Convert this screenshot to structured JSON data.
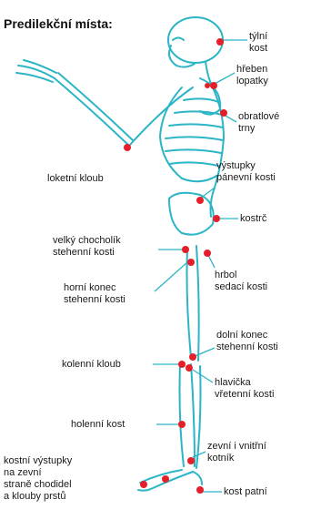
{
  "title": "Predilekční místa:",
  "colors": {
    "bone": "#2bb5c6",
    "point": "#e3202a",
    "leader": "#2bb5c6",
    "text": "#1a1a1a"
  },
  "labels": {
    "tylni_kost": "týlní\nkost",
    "hreben_lopatky": "hřeben\nlopatky",
    "obratlove_trny": "obratlové\ntrny",
    "loketni_kloub": "loketní kloub",
    "vystupky_panevni_kosti": "výstupky\npánevní kosti",
    "kostrc": "kostrč",
    "velky_chocholik": "velký chocholík\nstehenní kosti",
    "hrbol_sedaci_kosti": "hrbol\nsedací kosti",
    "horni_konec_stehenni_kosti": "horní konec\nstehenní kosti",
    "dolni_konec_stehenni_kosti": "dolní konec\nstehenní kosti",
    "kolenni_kloub": "kolenní kloub",
    "hlavicka_vretenni_kosti": "hlavička\nvřetenní kosti",
    "holenni_kost": "holenní kost",
    "zevni_vnitrni_kotnik": "zevní i vnitřní\nkotník",
    "kostni_vystupky": "kostní výstupky\nna zevní\nstraně chodidel\na klouby prstů",
    "kost_patni": "kost patní"
  }
}
